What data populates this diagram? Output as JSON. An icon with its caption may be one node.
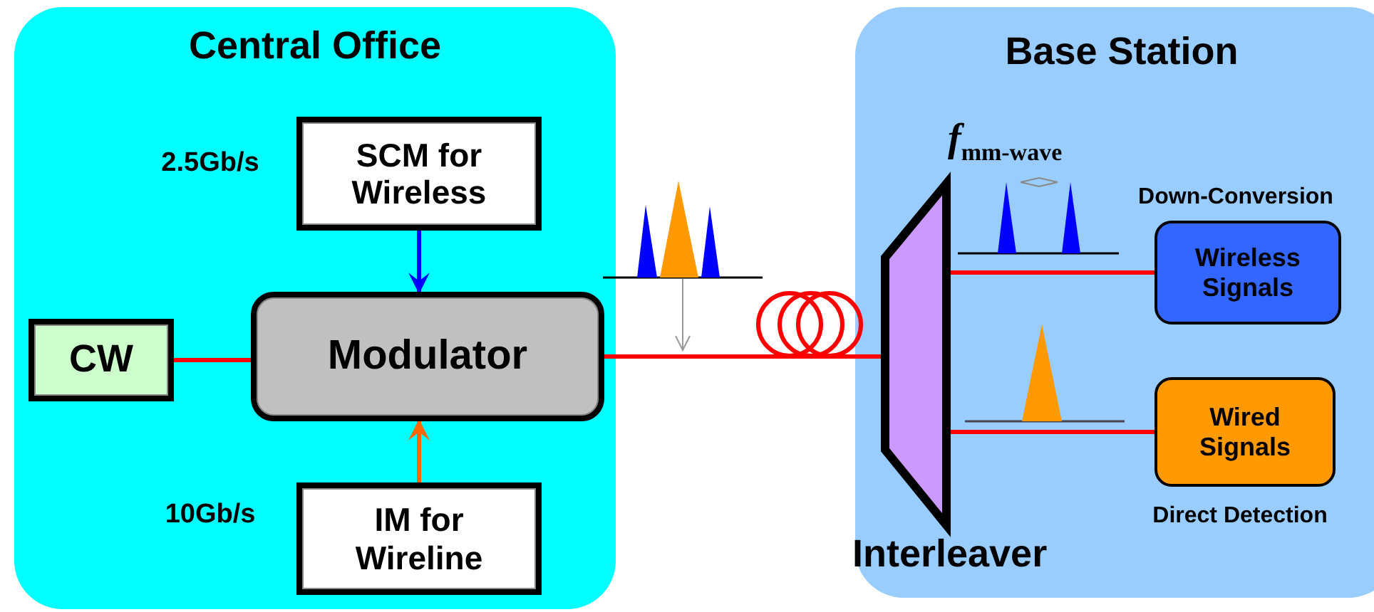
{
  "diagram": {
    "nodes": [
      {
        "text": [
          "Central Office"
        ]
      },
      {
        "text": [
          "SCM for Wireless"
        ],
        "in": 0,
        "beside": [
          "2.5Gb/s"
        ]
      },
      {
        "text": [
          "CW"
        ],
        "in": 0
      },
      {
        "text": [
          "Modulator"
        ],
        "in": 0
      },
      {
        "text": [
          "IM for Wireline"
        ],
        "in": 0,
        "beside": [
          "10Gb/s"
        ]
      },
      {
        "text": [
          "Base Station"
        ]
      },
      {
        "text": [
          "Interleaver"
        ],
        "in": 5
      },
      {
        "text": [
          "Wireless Signals"
        ],
        "in": 5,
        "beside": [
          "Down-Conversion"
        ]
      },
      {
        "text": [
          "Wired Signals"
        ],
        "in": 5,
        "beside": [
          "Direct Detection"
        ]
      }
    ],
    "edges": [
      {
        "from": 1,
        "to": 3,
        "arrow": "to",
        "color": "#0000ff"
      },
      {
        "from": 4,
        "to": 3,
        "arrow": "to",
        "color": "#ff6600"
      },
      {
        "from": 2,
        "to": 3,
        "arrow": "none"
      },
      {
        "from": 3,
        "to": 6,
        "arrow": "none"
      },
      {
        "from": 6,
        "to": 7,
        "arrow": "none"
      },
      {
        "from": 6,
        "to": 8,
        "arrow": "none"
      }
    ],
    "labels": [
      "*f*$_{mm-wave}$"
    ]
  }
}
